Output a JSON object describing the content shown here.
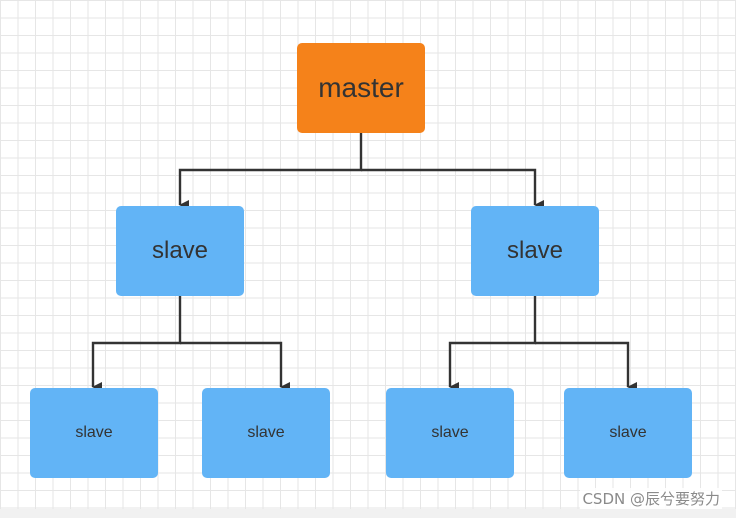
{
  "diagram": {
    "root": {
      "label": "master",
      "color": "#f5821a"
    },
    "children": [
      {
        "label": "slave",
        "children": [
          {
            "label": "slave"
          },
          {
            "label": "slave"
          }
        ]
      },
      {
        "label": "slave",
        "children": [
          {
            "label": "slave"
          },
          {
            "label": "slave"
          }
        ]
      }
    ],
    "slave_color": "#62b4f6",
    "line_color": "#333333"
  },
  "watermark": "CSDN @辰兮要努力"
}
